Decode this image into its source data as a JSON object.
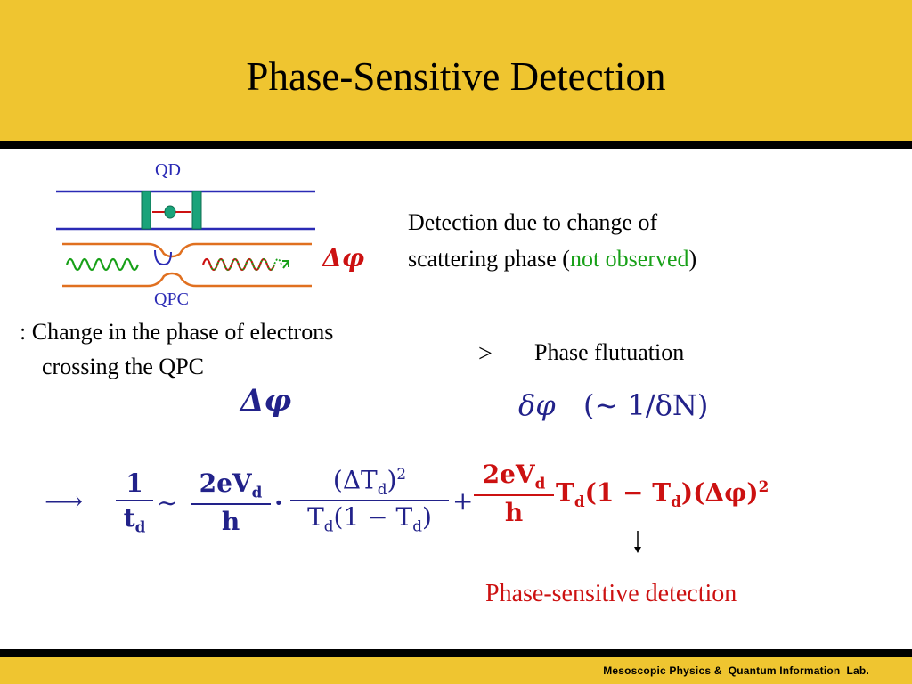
{
  "slide": {
    "title": "Phase-Sensitive Detection",
    "footer": "Mesoscopic Physics &  Quantum Information  Lab."
  },
  "diagram": {
    "label_qd": "QD",
    "label_qpc": "QPC",
    "delta_phi_label": "Δφ",
    "colors": {
      "lead_lines": "#2a2ab5",
      "qpc_lines": "#e07020",
      "barrier": "#1aa37a",
      "electron": "#1aa37a",
      "incoming_wave": "#18a018",
      "transmitted_wave": "#cc1111"
    }
  },
  "text": {
    "detection_line1": "Detection due to change of",
    "detection_line2_prefix": "scattering phase (",
    "detection_highlight": "not observed",
    "detection_line2_suffix": ")",
    "change_line1": ": Change in the phase of electrons",
    "change_line2": "crossing the QPC",
    "gt_symbol": ">",
    "phase_flutuation": "Phase flutuation",
    "delta_phi": "Δφ",
    "delta_phi_small": "δφ",
    "fluct_expr": "(∼ 1/δN)",
    "result_label": "Phase-sensitive detection"
  },
  "formula": {
    "arrow": "⟶",
    "lhs_num": "1",
    "lhs_den": "t",
    "lhs_den_sub": "d",
    "sim": "∼",
    "f1_num": "2eV",
    "f1_num_sub": "d",
    "f1_den": "h",
    "dot": "·",
    "f2_num": "(ΔT",
    "f2_num_sub": "d",
    "f2_num_end": ")",
    "f2_num_sup": "2",
    "f2_den_a": "T",
    "f2_den_sub1": "d",
    "f2_den_b": "(1 − T",
    "f2_den_sub2": "d",
    "f2_den_c": ")",
    "plus": "+",
    "f3_num": "2eV",
    "f3_num_sub": "d",
    "f3_den": "h",
    "tail_a": "T",
    "tail_sub1": "d",
    "tail_b": "(1 − T",
    "tail_sub2": "d",
    "tail_c": ")(Δφ)",
    "tail_sup": "2"
  }
}
